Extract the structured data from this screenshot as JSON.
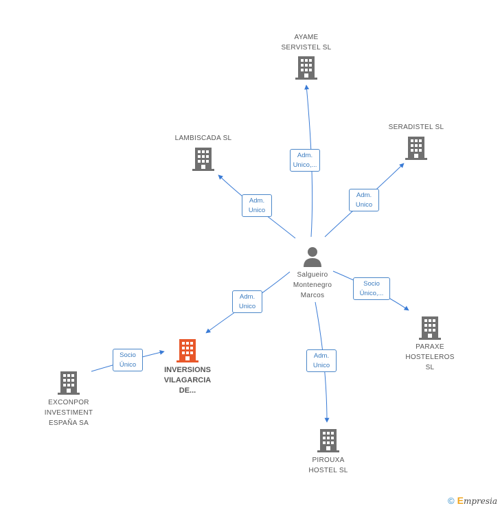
{
  "nodes": {
    "center": {
      "name": [
        "Salgueiro",
        "Montenegro",
        "Marcos"
      ],
      "icon": "person-icon"
    },
    "ayame": {
      "name": [
        "AYAME",
        "SERVISTEL  SL"
      ],
      "icon": "building-icon"
    },
    "lambiscada": {
      "name": [
        "LAMBISCADA SL"
      ],
      "icon": "building-icon"
    },
    "seradistel": {
      "name": [
        "SERADISTEL SL"
      ],
      "icon": "building-icon"
    },
    "inversions": {
      "name": [
        "INVERSIONS",
        "VILAGARCIA",
        "DE..."
      ],
      "icon": "building-icon",
      "color": "#e8572a"
    },
    "paraxe": {
      "name": [
        "PARAXE",
        "HOSTELEROS",
        "SL"
      ],
      "icon": "building-icon"
    },
    "exconpor": {
      "name": [
        "EXCONPOR",
        "INVESTIMENT",
        "ESPAÑA SA"
      ],
      "icon": "building-icon"
    },
    "pirouxa": {
      "name": [
        "PIROUXA",
        "HOSTEL SL"
      ],
      "icon": "building-icon"
    }
  },
  "edges": {
    "ayame": [
      "Adm.",
      "Unico,..."
    ],
    "lambiscada": [
      "Adm.",
      "Unico"
    ],
    "seradistel": [
      "Adm.",
      "Unico"
    ],
    "inversions": [
      "Adm.",
      "Unico"
    ],
    "paraxe": [
      "Socio",
      "Único,..."
    ],
    "pirouxa": [
      "Adm.",
      "Unico"
    ],
    "exconpor": [
      "Socio",
      "Único"
    ]
  },
  "colors": {
    "edge": "#3a7bd5",
    "icon": "#707070",
    "highlight": "#e8572a"
  },
  "footer": {
    "copyright": "©",
    "brand_initial": "E",
    "brand_rest": "mpresia"
  }
}
